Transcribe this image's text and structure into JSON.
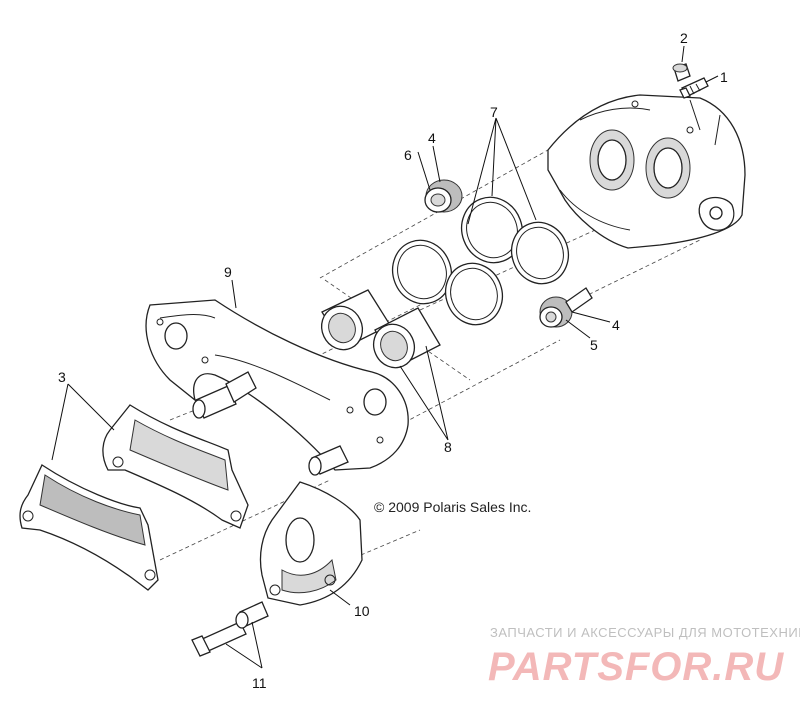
{
  "diagram": {
    "copyright": "© 2009 Polaris Sales Inc.",
    "callouts": [
      "1",
      "2",
      "3",
      "4",
      "4",
      "5",
      "6",
      "7",
      "8",
      "9",
      "10",
      "11"
    ]
  },
  "watermark": {
    "caption": "ЗАПЧАСТИ И АКСЕССУАРЫ ДЛЯ МОТОТЕХНИКИ",
    "logo": "PARTSFOR.RU"
  }
}
